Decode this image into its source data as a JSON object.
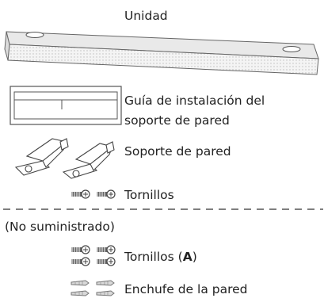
{
  "items": {
    "unit_label": "Unidad",
    "guide_label_line1": "Guía de instalación del",
    "guide_label_line2": "soporte de pared",
    "bracket_label": "Soporte de pared",
    "screws_label": "Tornillos"
  },
  "not_supplied": {
    "header": "(No suministrado)",
    "screws_a_text": "Tornillos (",
    "screws_a_letter": "A",
    "screws_a_close": ")",
    "wall_plug_label": "Enchufe de la pared"
  }
}
